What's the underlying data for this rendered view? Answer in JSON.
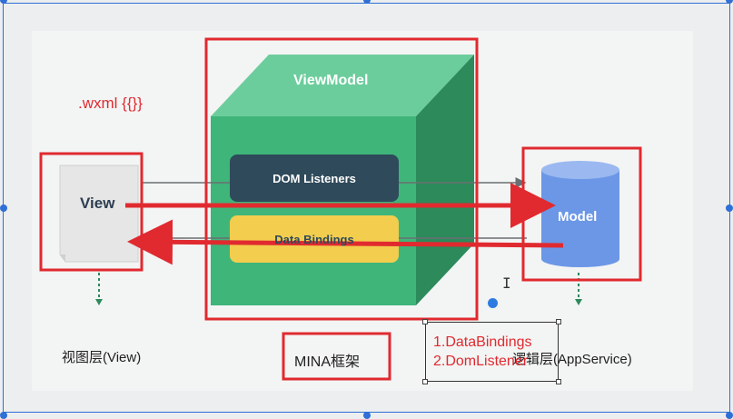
{
  "colors": {
    "red": "#e02a2f",
    "cube_front": "#3fb57a",
    "cube_top": "#6ccd9c",
    "cube_side": "#2c8a5b",
    "dom_bar": "#2f4a5b",
    "data_bar": "#f2cd4e",
    "cylinder": "#6b97e6",
    "cylinder_top": "#9bb9f0",
    "selection_blue": "#2f6fd6"
  },
  "diagram": {
    "wxml_label": ".wxml {{}}",
    "view_label": "View",
    "viewmodel_label": "ViewModel",
    "dom_listeners_label": "DOM Listeners",
    "data_bindings_label": "Data Bindings",
    "model_label": "Model",
    "view_layer_label": "视图层(View)",
    "logic_layer_label": "逻辑层(AppService)",
    "mina_label": "MINA框架",
    "note_line1": "1.DataBindings",
    "note_line2": "2.DomListener"
  },
  "icons": {
    "cursor": "text-cursor-icon",
    "dot": "blue-dot"
  }
}
